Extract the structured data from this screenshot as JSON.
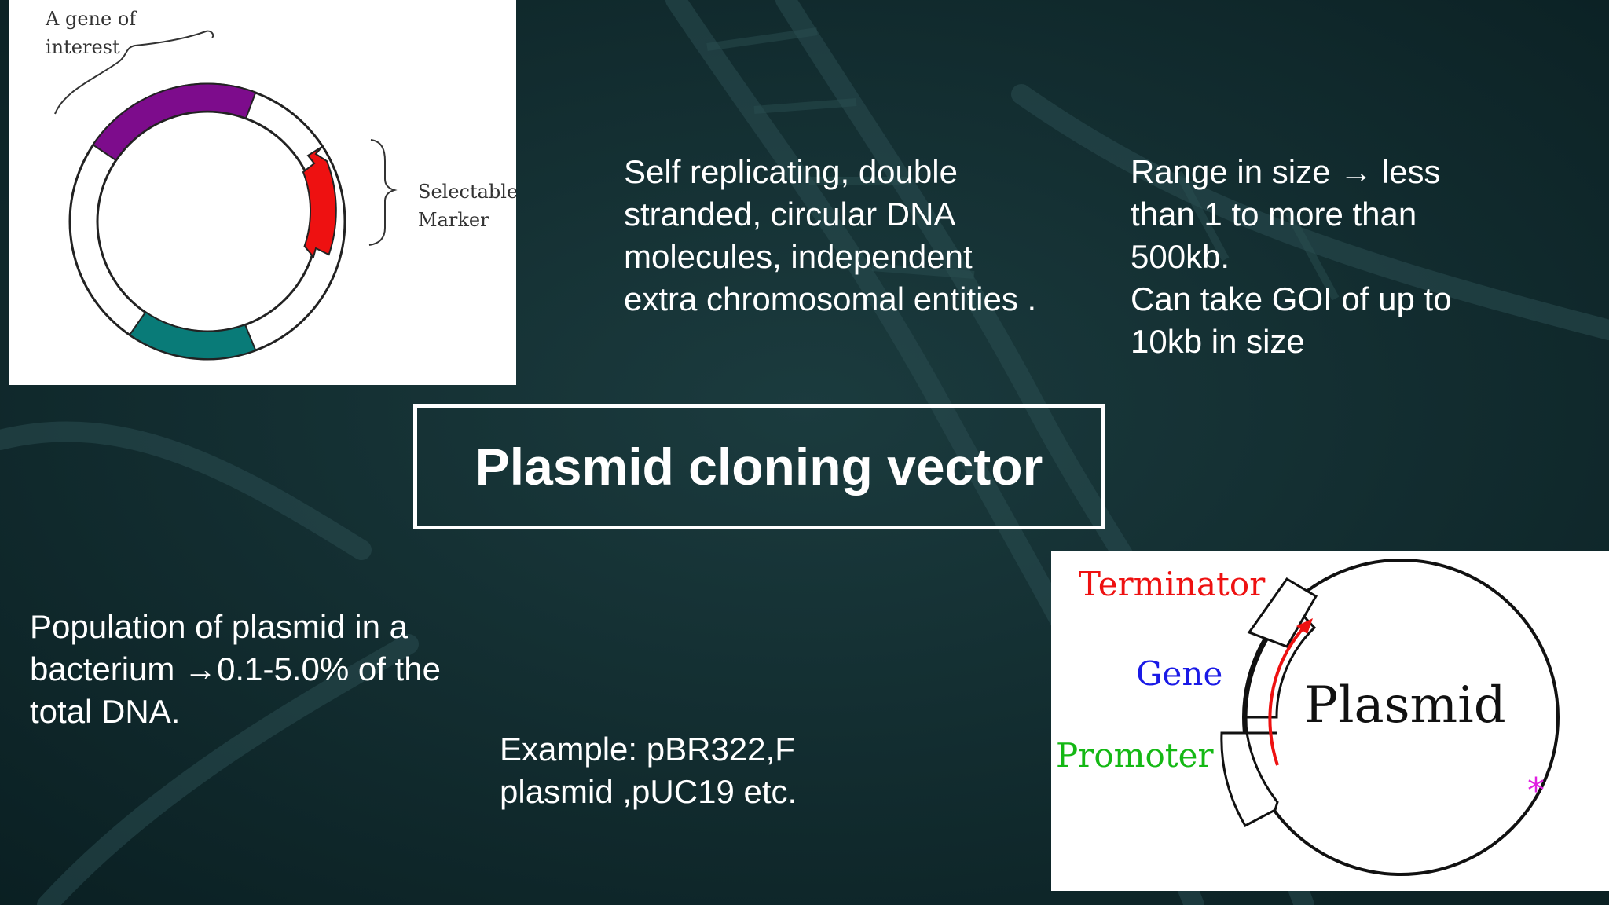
{
  "slide": {
    "title": "Plasmid cloning vector",
    "definition_lines": [
      "Self replicating, double",
      "stranded, circular DNA",
      "molecules, independent",
      "extra chromosomal entities ."
    ],
    "size_lines": [
      "Range in size → less",
      "than 1 to more than",
      "500kb.",
      "Can take GOI of up to",
      "10kb in size"
    ],
    "population_lines": [
      "Population of plasmid in a",
      "bacterium →0.1-5.0% of the",
      "total DNA."
    ],
    "example_lines": [
      "Example: pBR322,F",
      "plasmid ,pUC19  etc."
    ]
  },
  "diagram_left": {
    "gene_label_line1": "A gene of",
    "gene_label_line2": "interest",
    "marker_label_line1": "Selectable",
    "marker_label_line2": "Marker",
    "colors": {
      "gene": "#7d0c8c",
      "marker": "#ee1111",
      "teal": "#097b78"
    }
  },
  "diagram_right": {
    "terminator_label": "Terminator",
    "gene_label": "Gene",
    "promoter_label": "Promoter",
    "center_label": "Plasmid",
    "marker_symbol": "*",
    "colors": {
      "terminator": "#ee1111",
      "gene": "#1a1ae6",
      "promoter": "#14b814",
      "arrow": "#ee1111",
      "marker": "#e020e0"
    }
  },
  "theme": {
    "background": "#0f2a2d",
    "text": "#ffffff"
  }
}
